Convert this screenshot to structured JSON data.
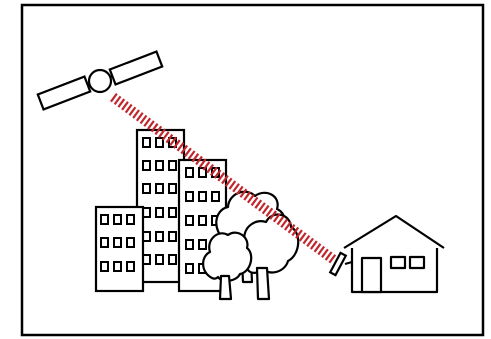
{
  "diagram": {
    "elements": [
      {
        "kind": "satellite",
        "icon": "satellite-icon"
      },
      {
        "kind": "signal-path",
        "style": "dashed",
        "color": "#c0272d"
      },
      {
        "kind": "buildings",
        "count": 3,
        "icon": "building-icon"
      },
      {
        "kind": "trees",
        "count": 2,
        "icon": "tree-icon"
      },
      {
        "kind": "house",
        "icon": "house-icon"
      },
      {
        "kind": "receiver-dish",
        "icon": "dish-antenna-icon"
      }
    ]
  },
  "colors": {
    "stroke": "#000000",
    "background": "#ffffff",
    "signal": "#c0272d"
  }
}
